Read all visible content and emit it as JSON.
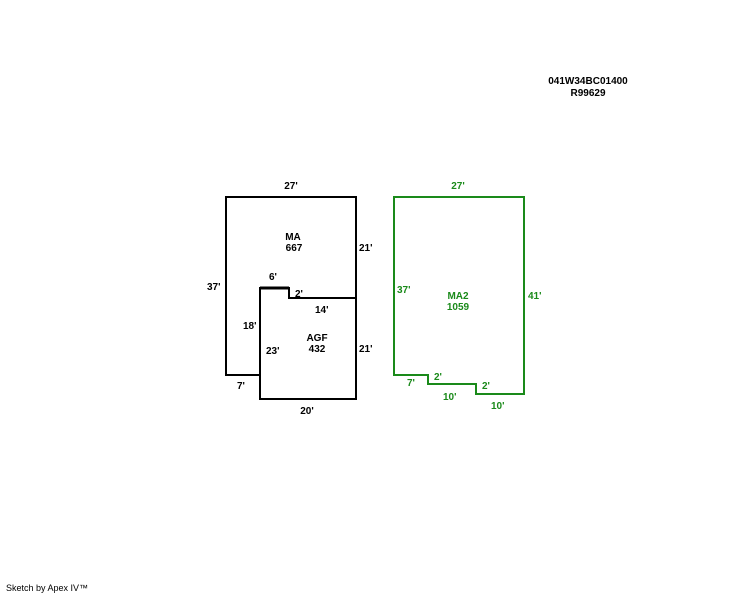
{
  "header": {
    "parcel_id": "041W34BC01400",
    "account": "R99629"
  },
  "colors": {
    "primary": "#000000",
    "secondary": "#1a8a1a"
  },
  "areas": [
    {
      "name": "MA",
      "sqft": "667",
      "dims": {
        "top": "27'",
        "left": "37'",
        "right_upper": "21'",
        "bottom_left": "7'",
        "notch_top": "6'",
        "notch_drop": "2'"
      }
    },
    {
      "name": "AGF",
      "sqft": "432",
      "dims": {
        "top": "14'",
        "right": "21'",
        "bottom": "20'",
        "left": "23'",
        "left_inner": "18'"
      }
    },
    {
      "name": "MA2",
      "sqft": "1059",
      "dims": {
        "top": "27'",
        "left": "37'",
        "right": "41'",
        "bottom1": "7'",
        "step1": "2'",
        "bottom2": "10'",
        "step2": "2'",
        "bottom3": "10'"
      }
    }
  ],
  "footer": "Sketch by Apex IV™"
}
